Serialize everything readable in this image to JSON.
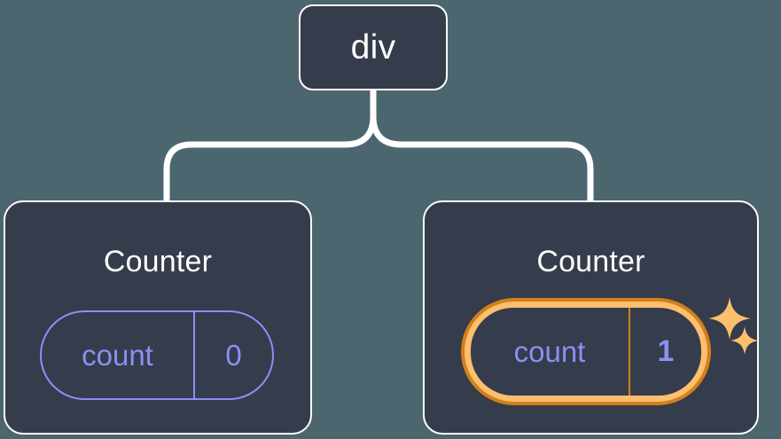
{
  "diagram": {
    "title": "React component tree with highlighted state update",
    "background_color": "#4c6670",
    "node_fill_color": "#353c4b",
    "node_border_color": "#fdfdfd",
    "connector_color": "#ffffff",
    "state_color": "#8b8ff5",
    "highlight_outer_color": "#d2801c",
    "highlight_inner_color": "#fbbf6e"
  },
  "root": {
    "label": "div"
  },
  "children": [
    {
      "id": "counter-left",
      "label": "Counter",
      "state": {
        "key": "count",
        "value": "0",
        "highlighted": false
      }
    },
    {
      "id": "counter-right",
      "label": "Counter",
      "state": {
        "key": "count",
        "value": "1",
        "highlighted": true
      },
      "sparkles": [
        {
          "name": "sparkle-large-icon"
        },
        {
          "name": "sparkle-small-icon"
        }
      ]
    }
  ]
}
